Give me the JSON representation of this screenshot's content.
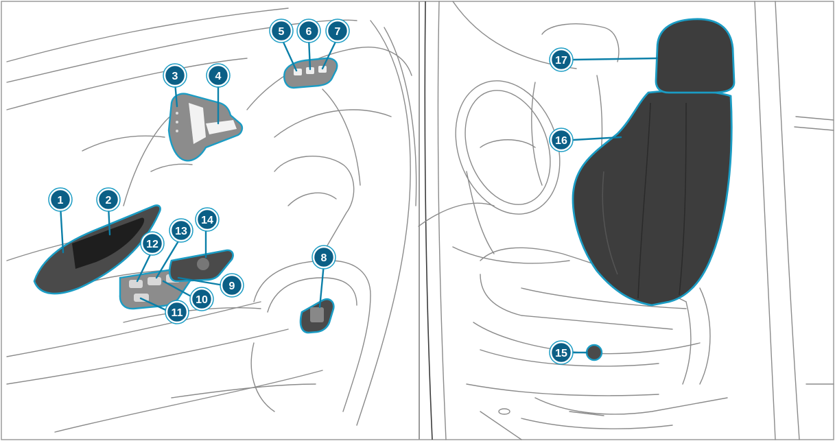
{
  "callouts": [
    {
      "id": "c1",
      "label": "1"
    },
    {
      "id": "c2",
      "label": "2"
    },
    {
      "id": "c3",
      "label": "3"
    },
    {
      "id": "c4",
      "label": "4"
    },
    {
      "id": "c5",
      "label": "5"
    },
    {
      "id": "c6",
      "label": "6"
    },
    {
      "id": "c7",
      "label": "7"
    },
    {
      "id": "c8",
      "label": "8"
    },
    {
      "id": "c9",
      "label": "9"
    },
    {
      "id": "c10",
      "label": "10"
    },
    {
      "id": "c11",
      "label": "11"
    },
    {
      "id": "c12",
      "label": "12"
    },
    {
      "id": "c13",
      "label": "13"
    },
    {
      "id": "c14",
      "label": "14"
    },
    {
      "id": "c15",
      "label": "15"
    },
    {
      "id": "c16",
      "label": "16"
    },
    {
      "id": "c17",
      "label": "17"
    }
  ],
  "colors": {
    "callout_fill": "#0b5f86",
    "highlight_outline": "#1b9cc4",
    "part_fill": "#4a4a4a",
    "line_art": "#8a8a8a"
  }
}
